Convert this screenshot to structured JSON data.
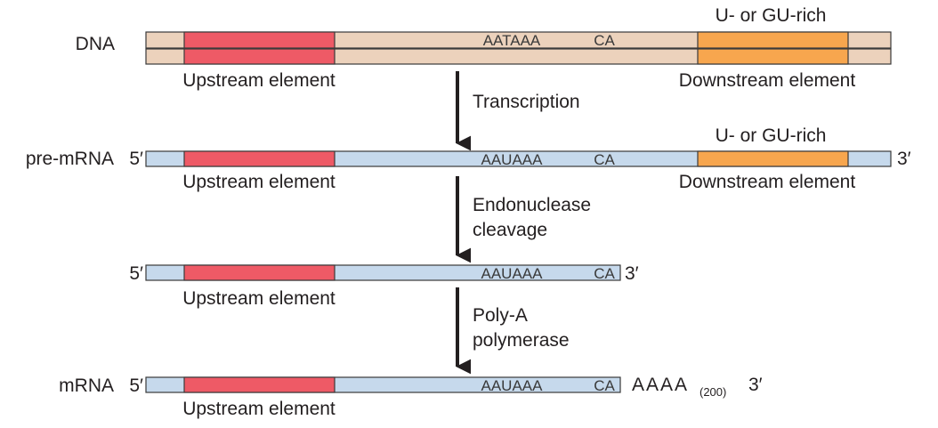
{
  "colors": {
    "dna_strand": "#ecd2bc",
    "rna_strand": "#c6d9ec",
    "upstream": "#ee5a66",
    "downstream": "#f7a64e",
    "outline": "#3a3a3a",
    "arrow": "#231f20"
  },
  "dna": {
    "label": "DNA",
    "signal": "AATAAA",
    "ca": "CA",
    "downstream_top_label": "U- or GU-rich",
    "upstream_label": "Upstream element",
    "downstream_label": "Downstream element"
  },
  "step1": {
    "line1": "Transcription"
  },
  "pre_mrna": {
    "label": "pre-mRNA",
    "five_prime": "5′",
    "three_prime": "3′",
    "signal": "AAUAAA",
    "ca": "CA",
    "downstream_top_label": "U- or GU-rich",
    "upstream_label": "Upstream element",
    "downstream_label": "Downstream element"
  },
  "step2": {
    "line1": "Endonuclease",
    "line2": "cleavage"
  },
  "cleaved": {
    "five_prime": "5′",
    "three_prime": "3′",
    "signal": "AAUAAA",
    "ca": "CA",
    "upstream_label": "Upstream element"
  },
  "step3": {
    "line1": "Poly-A",
    "line2": "polymerase"
  },
  "mrna": {
    "label": "mRNA",
    "five_prime": "5′",
    "three_prime": "3′",
    "signal": "AAUAAA",
    "ca": "CA",
    "polya": "AAAA",
    "polya_count": "(200)",
    "upstream_label": "Upstream element"
  }
}
